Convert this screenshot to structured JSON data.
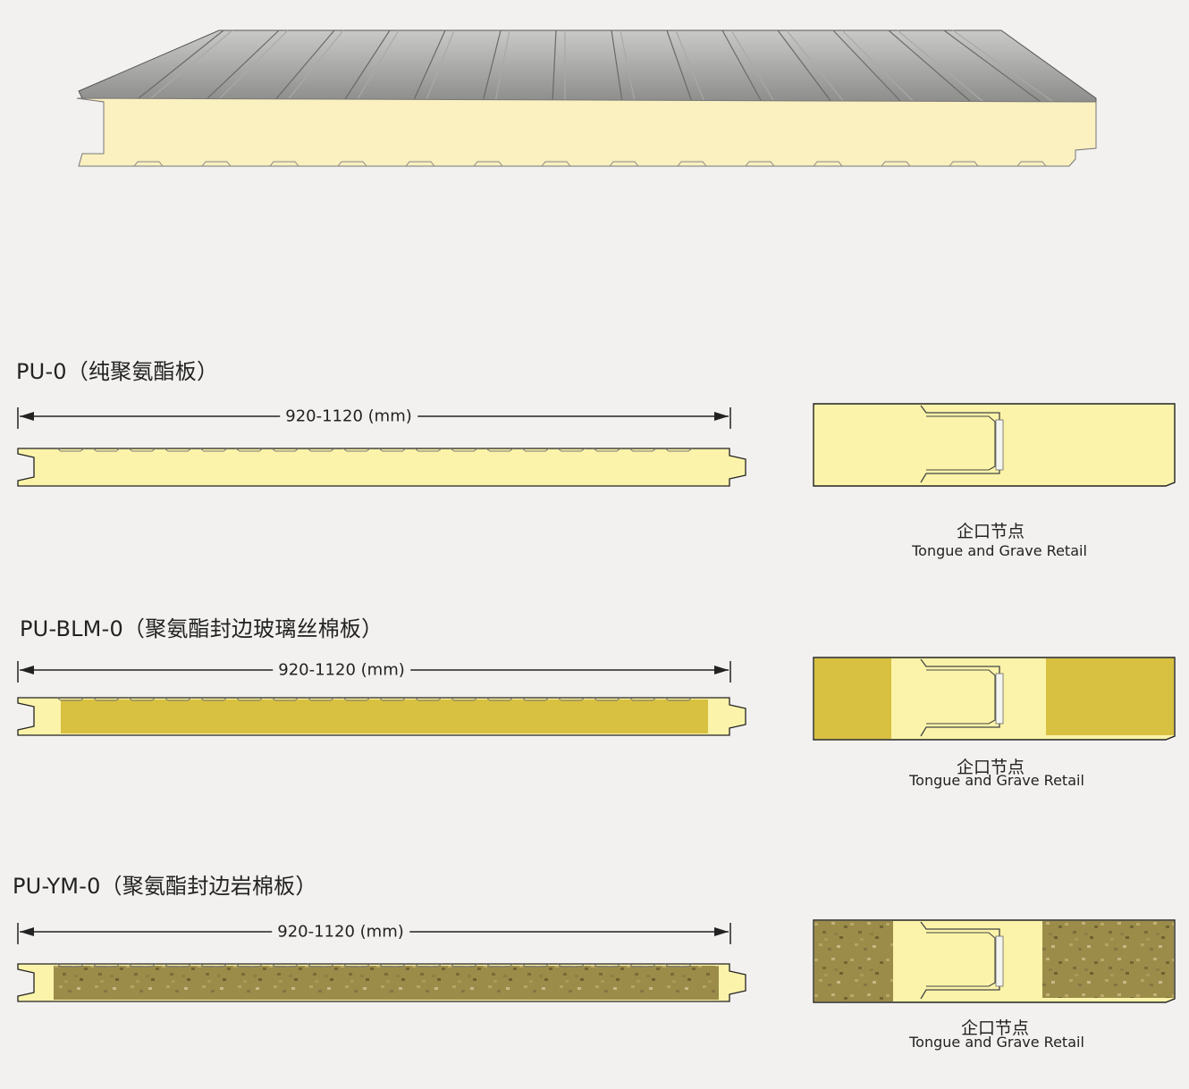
{
  "sections": [
    {
      "title": "PU-0（纯聚氨酯板）",
      "dimension": "920-1120 (mm)",
      "caption_cn": "企口节点",
      "caption_en": "Tongue and Grave Retail"
    },
    {
      "title": "PU-BLM-0（聚氨酯封边玻璃丝棉板）",
      "dimension": "920-1120 (mm)",
      "caption_cn": "企口节点",
      "caption_en": "Tongue and Grave Retail"
    },
    {
      "title": "PU-YM-0（聚氨酯封边岩棉板）",
      "dimension": "920-1120 (mm)",
      "caption_cn": "企口节点",
      "caption_en": "Tongue and Grave Retail"
    }
  ],
  "colors": {
    "background": "#f2f1ef",
    "polyurethane": "#fbf3a9",
    "glass_wool": "#d8c040",
    "rock_wool": "#9c8c4a",
    "steel_face": "#8a8a88",
    "outline": "#222222"
  }
}
